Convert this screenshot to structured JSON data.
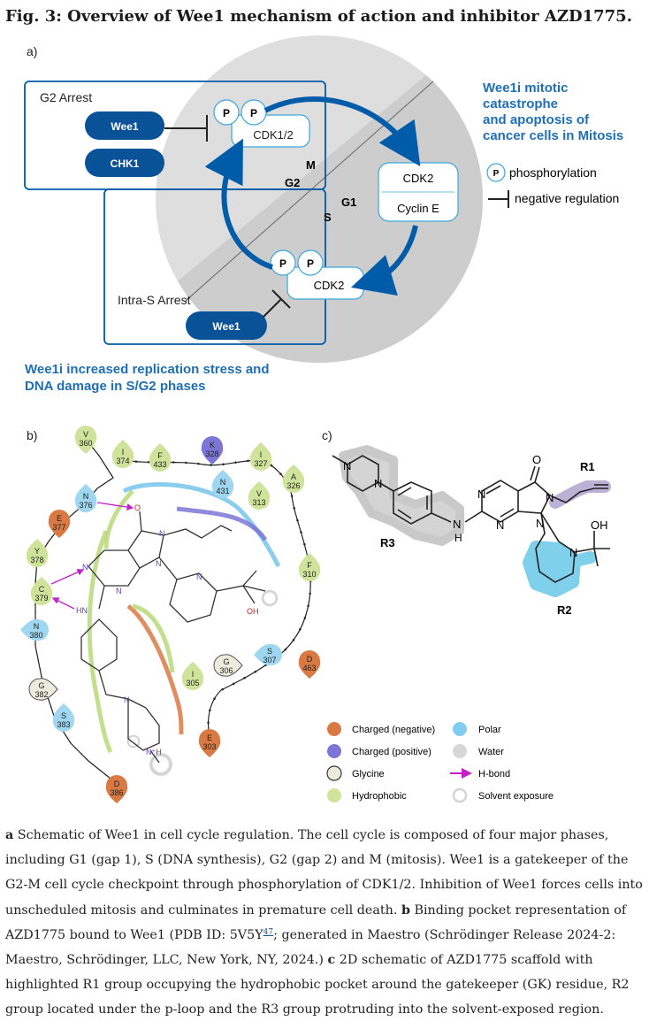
{
  "figure": {
    "title": "Fig. 3: Overview of Wee1 mechanism of action and inhibitor AZD1775."
  },
  "panel_a": {
    "letter": "a)",
    "g2_arrest_label": "G2 Arrest",
    "intra_s_arrest_label": "Intra-S Arrest",
    "wee1_label": "Wee1",
    "chk1_label": "CHK1",
    "p_label": "P",
    "cdk12_label": "CDK1/2",
    "cdk2_label": "CDK2",
    "cyclin_e_label": "Cyclin E",
    "phase_m": "M",
    "phase_g2": "G2",
    "phase_g1": "G1",
    "phase_s": "S",
    "mitotic_text": [
      "Wee1i mitotic",
      "catastrophe",
      "and apoptosis of",
      "cancer cells in Mitosis"
    ],
    "replication_text": [
      "Wee1i increased replication stress and",
      "DNA damage in S/G2 phases"
    ],
    "legend_phosphorylation": "phosphorylation",
    "legend_negative_regulation": "negative regulation",
    "colors": {
      "accent": "#005ba9",
      "dark_button": "#0a5298",
      "circle": "#d9d9d9"
    }
  },
  "panel_b": {
    "letter": "b)",
    "residues": [
      {
        "id": "r360",
        "aa": "V",
        "num": "360",
        "type": "hydrophobic"
      },
      {
        "id": "r374",
        "aa": "I",
        "num": "374",
        "type": "hydrophobic"
      },
      {
        "id": "r433",
        "aa": "F",
        "num": "433",
        "type": "hydrophobic"
      },
      {
        "id": "r328",
        "aa": "K",
        "num": "328",
        "type": "charged-positive"
      },
      {
        "id": "r327",
        "aa": "I",
        "num": "327",
        "type": "hydrophobic"
      },
      {
        "id": "r326",
        "aa": "A",
        "num": "326",
        "type": "hydrophobic"
      },
      {
        "id": "r431",
        "aa": "N",
        "num": "431",
        "type": "polar"
      },
      {
        "id": "r313",
        "aa": "V",
        "num": "313",
        "type": "hydrophobic"
      },
      {
        "id": "r376",
        "aa": "N",
        "num": "376",
        "type": "polar"
      },
      {
        "id": "r377",
        "aa": "E",
        "num": "377",
        "type": "charged-negative"
      },
      {
        "id": "r378",
        "aa": "Y",
        "num": "378",
        "type": "hydrophobic"
      },
      {
        "id": "r379",
        "aa": "C",
        "num": "379",
        "type": "hydrophobic"
      },
      {
        "id": "r380",
        "aa": "N",
        "num": "380",
        "type": "polar"
      },
      {
        "id": "r382",
        "aa": "G",
        "num": "382",
        "type": "glycine"
      },
      {
        "id": "r383",
        "aa": "S",
        "num": "383",
        "type": "polar"
      },
      {
        "id": "r386",
        "aa": "D",
        "num": "386",
        "type": "charged-negative"
      },
      {
        "id": "r310",
        "aa": "F",
        "num": "310",
        "type": "hydrophobic"
      },
      {
        "id": "r307",
        "aa": "S",
        "num": "307",
        "type": "polar"
      },
      {
        "id": "r463",
        "aa": "D",
        "num": "463",
        "type": "charged-negative"
      },
      {
        "id": "r306",
        "aa": "G",
        "num": "306",
        "type": "glycine"
      },
      {
        "id": "r305",
        "aa": "I",
        "num": "305",
        "type": "hydrophobic"
      },
      {
        "id": "r303",
        "aa": "E",
        "num": "303",
        "type": "charged-negative"
      }
    ],
    "atom_labels": {
      "n": "N",
      "o": "O",
      "hn": "HN",
      "oh": "OH",
      "nh": "N⁺H"
    },
    "legend": [
      {
        "id": "charged-negative",
        "label": "Charged (negative)"
      },
      {
        "id": "charged-positive",
        "label": "Charged (positive)"
      },
      {
        "id": "glycine",
        "label": "Glycine"
      },
      {
        "id": "hydrophobic",
        "label": "Hydrophobic"
      },
      {
        "id": "polar",
        "label": "Polar"
      },
      {
        "id": "water",
        "label": "Water"
      },
      {
        "id": "hbond",
        "label": "H-bond"
      },
      {
        "id": "solvent",
        "label": "Solvent exposure"
      }
    ],
    "colors": {
      "charged-negative": "#d97a45",
      "charged-positive": "#7b75d6",
      "glycine": "#ececdc",
      "hydrophobic": "#cfe39a",
      "polar": "#9fd6f0",
      "hbond": "#c21fc9"
    }
  },
  "panel_c": {
    "letter": "c)",
    "r1": "R1",
    "r2": "R2",
    "r3": "R3",
    "atom_n": "N",
    "atom_h": "H",
    "atom_o": "O",
    "atom_oh": "OH",
    "colors": {
      "r1": "#b9b2d4",
      "r2": "#7fd0ea",
      "r3": "#cfcfcf"
    }
  },
  "caption": {
    "a_label": "a",
    "a_text": " Schematic of Wee1 in cell cycle regulation. The cell cycle is composed of four major phases, including G1 (gap 1), S (DNA synthesis), G2 (gap 2) and M (mitosis). Wee1 is a gatekeeper of the G2-M cell cycle checkpoint through phosphorylation of CDK1/2. Inhibition of Wee1 forces cells into unscheduled mitosis and culminates in premature cell death. ",
    "b_label": "b",
    "b_text": " Binding pocket representation of AZD1775 bound to Wee1 (PDB ID: 5V5Y",
    "b_ref": "47",
    "b_text2": "; generated in Maestro (Schrödinger Release 2024-2: Maestro, Schrödinger, LLC, New York, NY, 2024.) ",
    "c_label": "c",
    "c_text": " 2D schematic of AZD1775 scaffold with highlighted R1 group occupying the hydrophobic pocket around the gatekeeper (GK) residue, R2 group located under the p-loop and the R3 group protruding into the solvent-exposed region."
  }
}
